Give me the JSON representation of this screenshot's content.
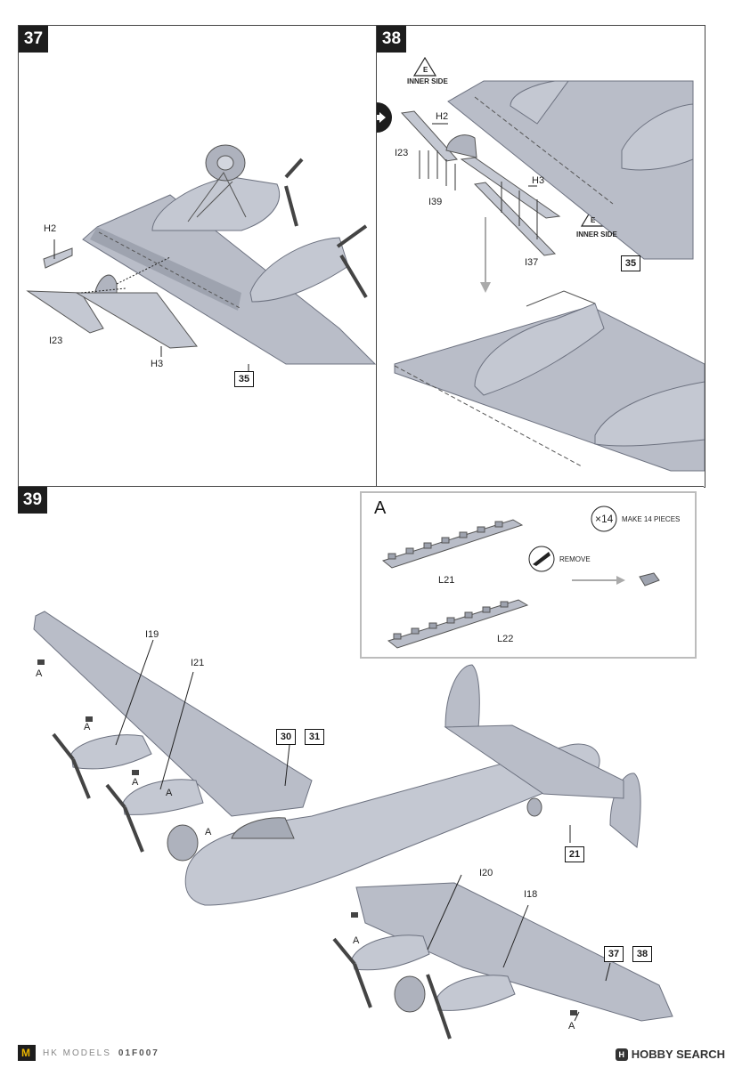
{
  "step37": {
    "number": "37",
    "labels": {
      "h2": "H2",
      "i23": "I23",
      "h3": "H3"
    },
    "ref": "35"
  },
  "step38": {
    "number": "38",
    "labels": {
      "inner_side_top": "INNER SIDE",
      "inner_side_bottom": "INNER SIDE",
      "e_top": "E",
      "e_bottom": "E",
      "h2": "H2",
      "i23": "I23",
      "i39": "I39",
      "h3": "H3",
      "i37": "I37"
    },
    "ref": "35"
  },
  "step39": {
    "number": "39",
    "labels": {
      "i19": "I19",
      "i21": "I21",
      "i20": "I20",
      "i18": "I18",
      "a": "A"
    },
    "refs": {
      "r30": "30",
      "r31": "31",
      "r21": "21",
      "r37": "37",
      "r38": "38"
    }
  },
  "inset": {
    "letter": "A",
    "multiplier": "×14",
    "make_text": "MAKE 14 PIECES",
    "remove_text": "REMOVE",
    "l21": "L21",
    "l22": "L22"
  },
  "footer": {
    "brand_logo": "M",
    "brand": "HK MODELS",
    "code": "01F007",
    "watermark": "HOBBY SEARCH",
    "watermark_icon": "H"
  },
  "colors": {
    "part": "#b9bdc8",
    "part_dark": "#8f94a1",
    "line": "#222222"
  }
}
